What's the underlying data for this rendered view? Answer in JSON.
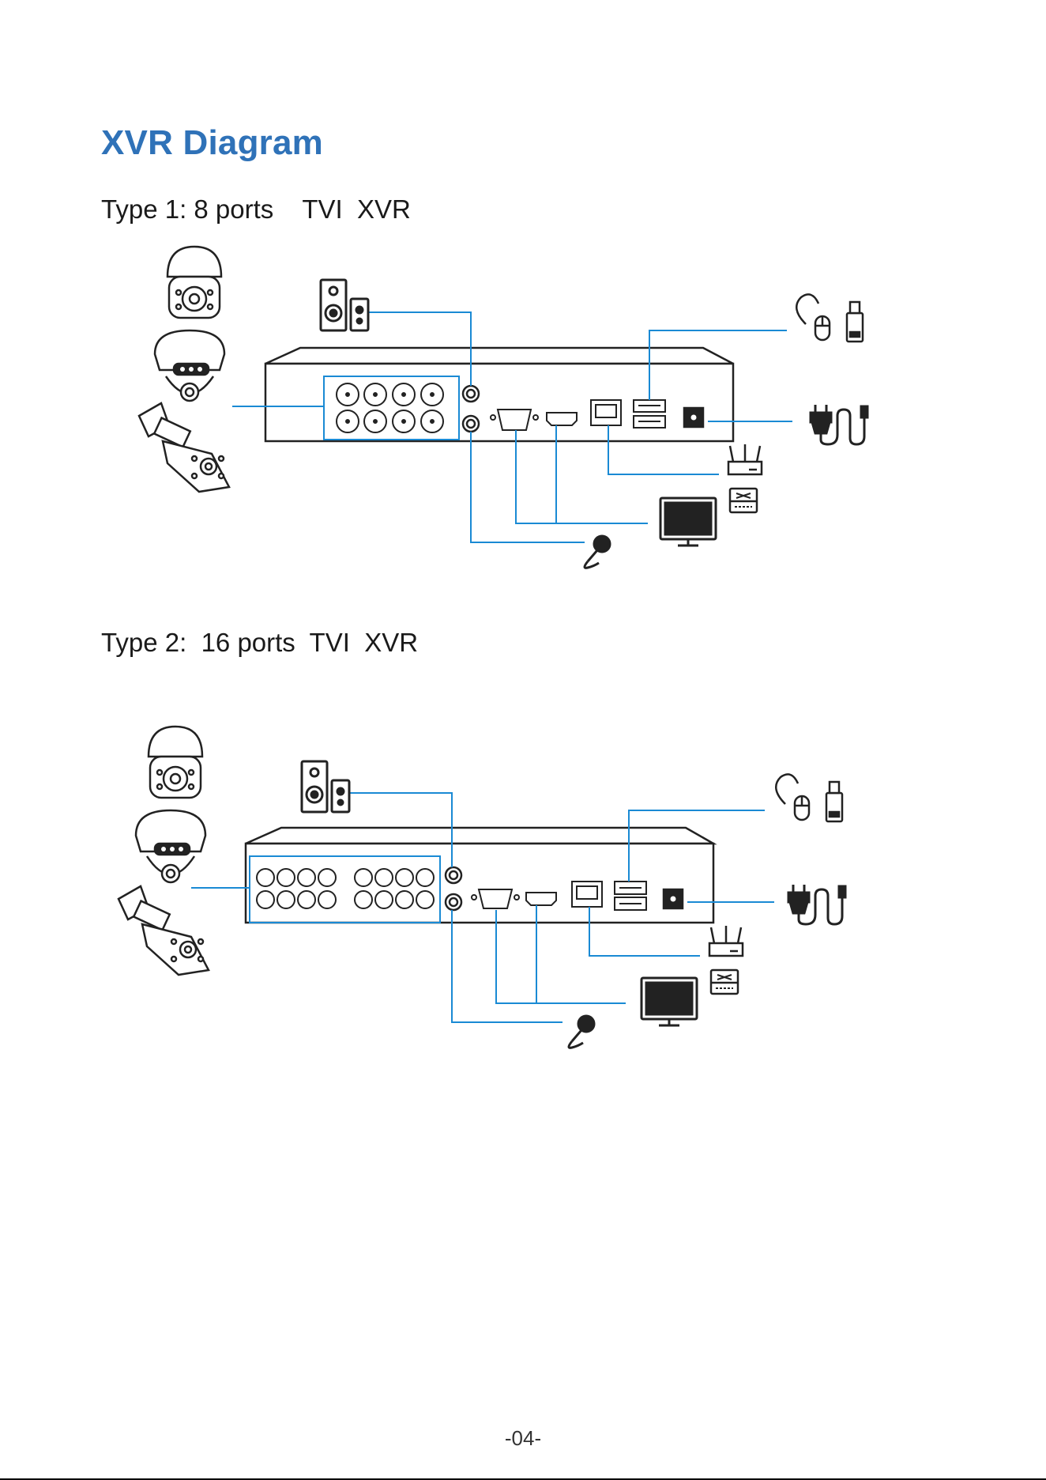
{
  "page": {
    "title": "XVR Diagram",
    "page_number": "-04-"
  },
  "sections": [
    {
      "label": "Type 1: 8 ports    TVI  XVR"
    },
    {
      "label": "Type 2:  16 ports  TVI  XVR"
    }
  ],
  "colors": {
    "title": "#2f72b8",
    "connector_line": "#1a8ad4",
    "device_outline": "#222222"
  },
  "icons": [
    "ptz-camera-icon",
    "dome-camera-icon",
    "bullet-camera-icon",
    "speaker-icon",
    "mouse-icon",
    "usb-drive-icon",
    "power-plug-icon",
    "router-icon",
    "network-switch-icon",
    "monitor-icon",
    "microphone-icon"
  ]
}
